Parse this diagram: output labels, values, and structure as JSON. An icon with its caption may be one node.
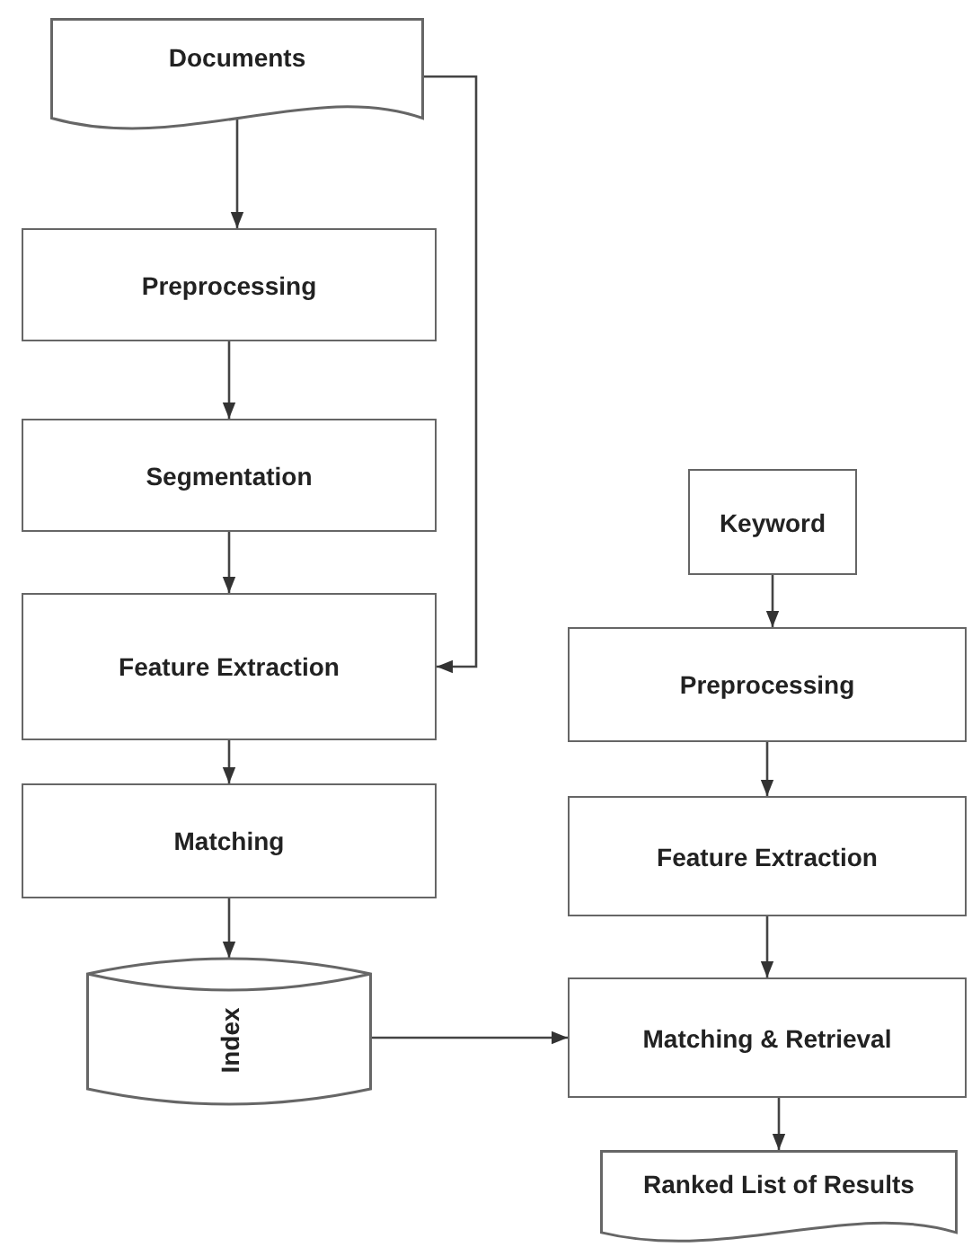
{
  "diagram": {
    "nodes": [
      {
        "text": [
          "Documents"
        ]
      },
      {
        "text": [
          "Preprocessing"
        ]
      },
      {
        "text": [
          "Segmentation"
        ]
      },
      {
        "text": [
          "Feature Extraction"
        ]
      },
      {
        "text": [
          "Matching"
        ]
      },
      {
        "text": [
          "Index"
        ]
      },
      {
        "text": [
          "Keyword"
        ]
      },
      {
        "text": [
          "Preprocessing"
        ]
      },
      {
        "text": [
          "Feature Extraction"
        ]
      },
      {
        "text": [
          "Matching & Retrieval"
        ]
      },
      {
        "text": [
          "Ranked List of Results"
        ]
      }
    ],
    "edges": [
      {
        "from": 0,
        "to": 1,
        "arrow": "to"
      },
      {
        "from": 1,
        "to": 2,
        "arrow": "to"
      },
      {
        "from": 2,
        "to": 3,
        "arrow": "to"
      },
      {
        "from": 0,
        "to": 3,
        "arrow": "to"
      },
      {
        "from": 3,
        "to": 4,
        "arrow": "to"
      },
      {
        "from": 4,
        "to": 5,
        "arrow": "to"
      },
      {
        "from": 5,
        "to": 9,
        "arrow": "to"
      },
      {
        "from": 6,
        "to": 7,
        "arrow": "to"
      },
      {
        "from": 7,
        "to": 8,
        "arrow": "to"
      },
      {
        "from": 8,
        "to": 9,
        "arrow": "to"
      },
      {
        "from": 9,
        "to": 10,
        "arrow": "to"
      }
    ]
  }
}
